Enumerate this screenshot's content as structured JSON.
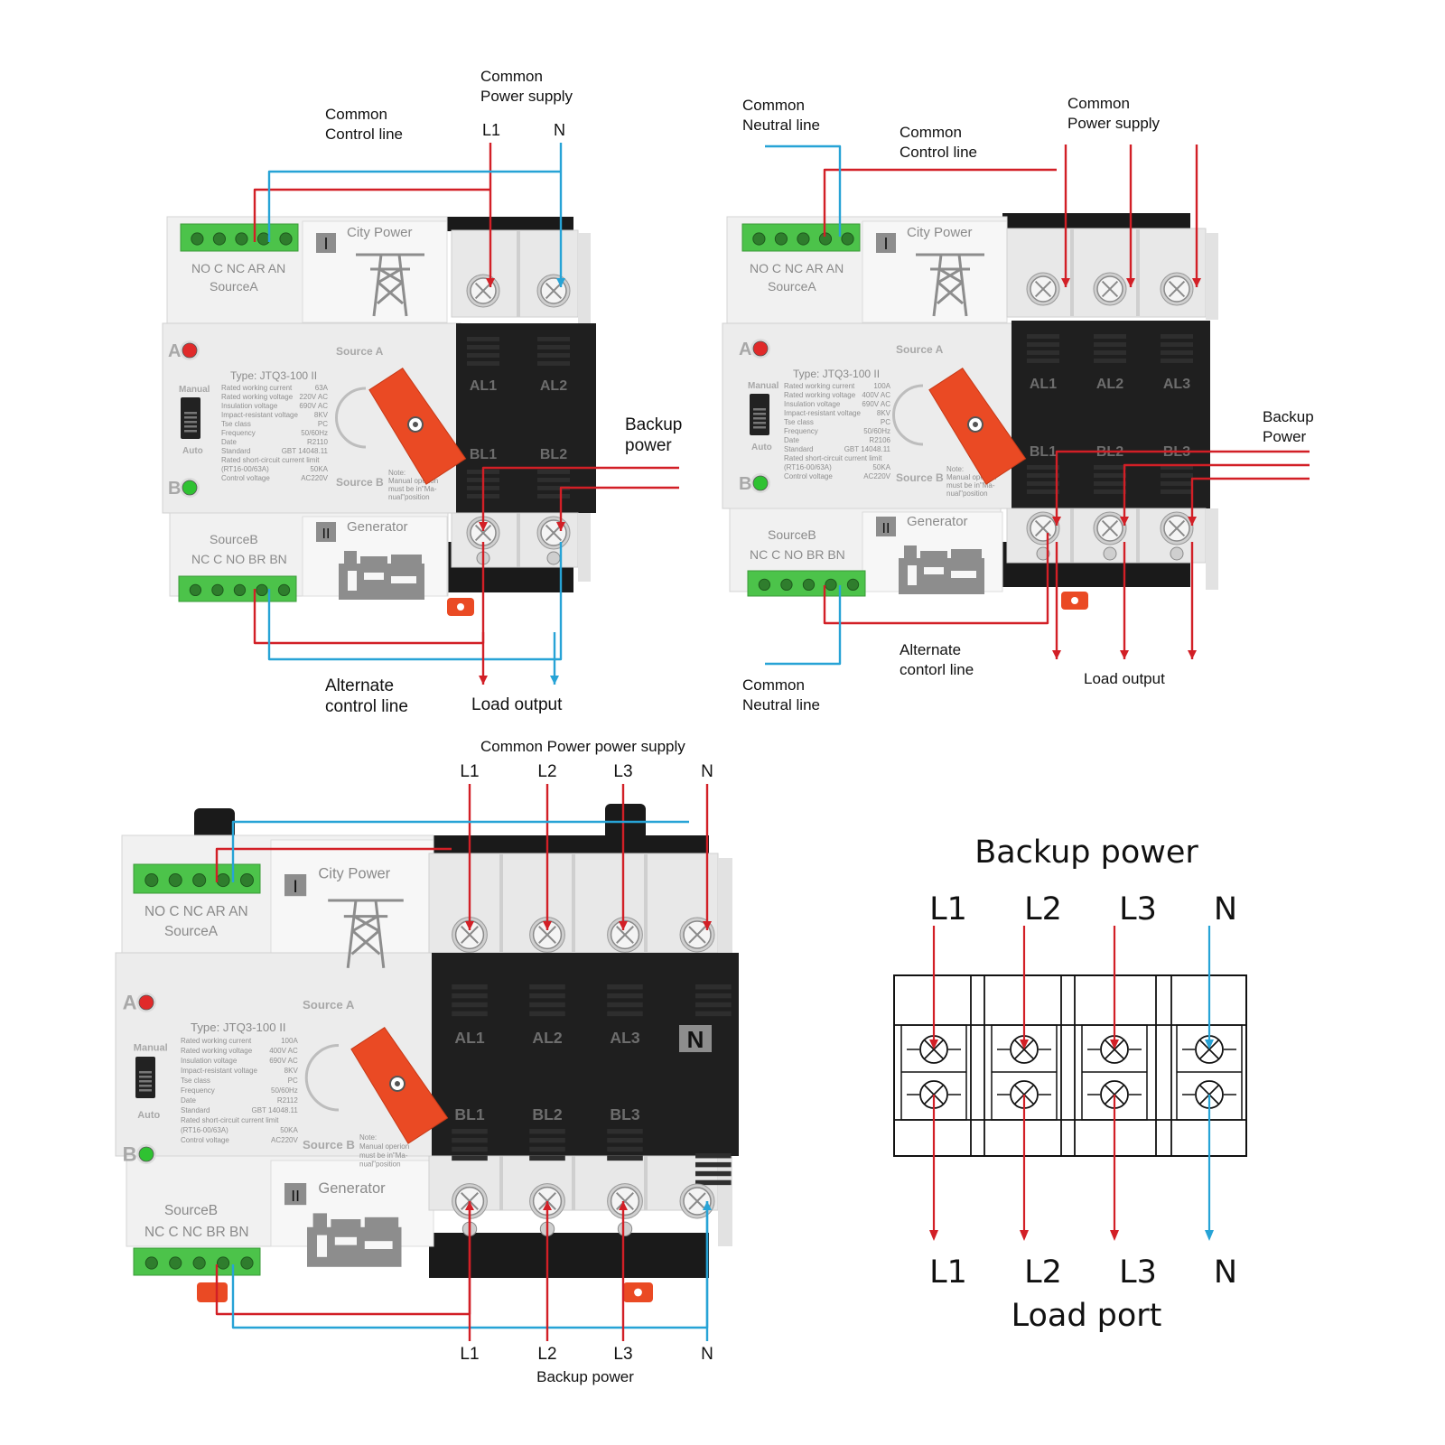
{
  "colors": {
    "live": "#d21f26",
    "neutral": "#27a3d6",
    "handle": "#ea4a24",
    "terminal_green": "#4cc34a"
  },
  "device_common": {
    "city_power": "City Power",
    "generator": "Generator",
    "roman_one": "I",
    "roman_two": "II",
    "source_a": "Source A",
    "source_b": "Source B",
    "indicator_a": "A",
    "indicator_b": "B",
    "manual": "Manual",
    "auto": "Auto",
    "source_a_name": "SourceA",
    "source_b_name": "SourceB",
    "pins_a": "NO C NC AR AN",
    "note": [
      "Note:",
      "Manual operion",
      "must be in\"Ma-",
      "nual\"position"
    ]
  },
  "device_1": {
    "spec_type": "Type: JTQ3-100  II",
    "spec_labels": [
      "Rated working current",
      "Rated working voltage",
      "Insulation voltage",
      "Impact-resistant voltage",
      "Tse class",
      "Frequency",
      "Date",
      "Standard",
      "Rated short-circuit current limit",
      "(RT16-00/63A)",
      "Control voltage"
    ],
    "spec_values": [
      "63A",
      "220V AC",
      "690V AC",
      "8KV",
      "PC",
      "50/60Hz",
      "R2110",
      "GBT 14048.11",
      "",
      "50KA",
      "AC220V"
    ],
    "pins_b": "NC C NO BR BN",
    "poles_top": [
      "AL1",
      "AL2"
    ],
    "poles_bot": [
      "BL1",
      "BL2"
    ],
    "label_control_1": "Common",
    "label_control_2": "Control line",
    "label_supply_1": "Common",
    "label_supply_2": "Power supply",
    "label_l1": "L1",
    "label_n": "N",
    "label_backup_1": "Backup",
    "label_backup_2": "power",
    "label_alt_1": "Alternate",
    "label_alt_2": "control line",
    "label_load": "Load output"
  },
  "device_2": {
    "spec_type": "Type: JTQ3-100  II",
    "spec_labels": [
      "Rated working current",
      "Rated working voltage",
      "Insulation voltage",
      "Impact-resistant voltage",
      "Tse class",
      "Frequency",
      "Date",
      "Standard",
      "Rated short-circuit current limit",
      "(RT16-00/63A)",
      "Control voltage"
    ],
    "spec_values": [
      "100A",
      "400V AC",
      "690V AC",
      "8KV",
      "PC",
      "50/60Hz",
      "R2106",
      "GBT 14048.11",
      "",
      "50KA",
      "AC220V"
    ],
    "pins_b": "NC C NO BR BN",
    "poles_top": [
      "AL1",
      "AL2",
      "AL3"
    ],
    "poles_bot": [
      "BL1",
      "BL2",
      "BL3"
    ],
    "label_neutral_top_1": "Common",
    "label_neutral_top_2": "Neutral line",
    "label_control_1": "Common",
    "label_control_2": "Control line",
    "label_supply_1": "Common",
    "label_supply_2": "Power supply",
    "label_backup_1": "Backup",
    "label_backup_2": "Power",
    "label_alt_1": "Alternate",
    "label_alt_2": "contorl line",
    "label_load": "Load output",
    "label_neutral_bot_1": "Common",
    "label_neutral_bot_2": "Neutral line"
  },
  "device_3": {
    "spec_type": "Type: JTQ3-100  II",
    "spec_labels": [
      "Rated working current",
      "Rated working voltage",
      "Insulation voltage",
      "Impact-resistant voltage",
      "Tse class",
      "Frequency",
      "Date",
      "Standard",
      "Rated short-circuit current limit",
      "(RT16-00/63A)",
      "Control voltage"
    ],
    "spec_values": [
      "100A",
      "400V AC",
      "690V AC",
      "8KV",
      "PC",
      "50/60Hz",
      "R2112",
      "GBT 14048.11",
      "",
      "50KA",
      "AC220V"
    ],
    "pins_b": "NC C NC BR BN",
    "poles_top": [
      "AL1",
      "AL2",
      "AL3"
    ],
    "poles_bot": [
      "BL1",
      "BL2",
      "BL3"
    ],
    "n_block": "N",
    "label_supply": "Common Power power supply",
    "phases_top": [
      "L1",
      "L2",
      "L3",
      "N"
    ],
    "phases_bottom": [
      "L1",
      "L2",
      "L3",
      "N"
    ],
    "label_backup": "Backup power"
  },
  "terminal_block": {
    "title": "Backup power",
    "top_labels": [
      "L1",
      "L2",
      "L3",
      "N"
    ],
    "bottom_labels": [
      "L1",
      "L2",
      "L3",
      "N"
    ],
    "footer": "Load port"
  }
}
